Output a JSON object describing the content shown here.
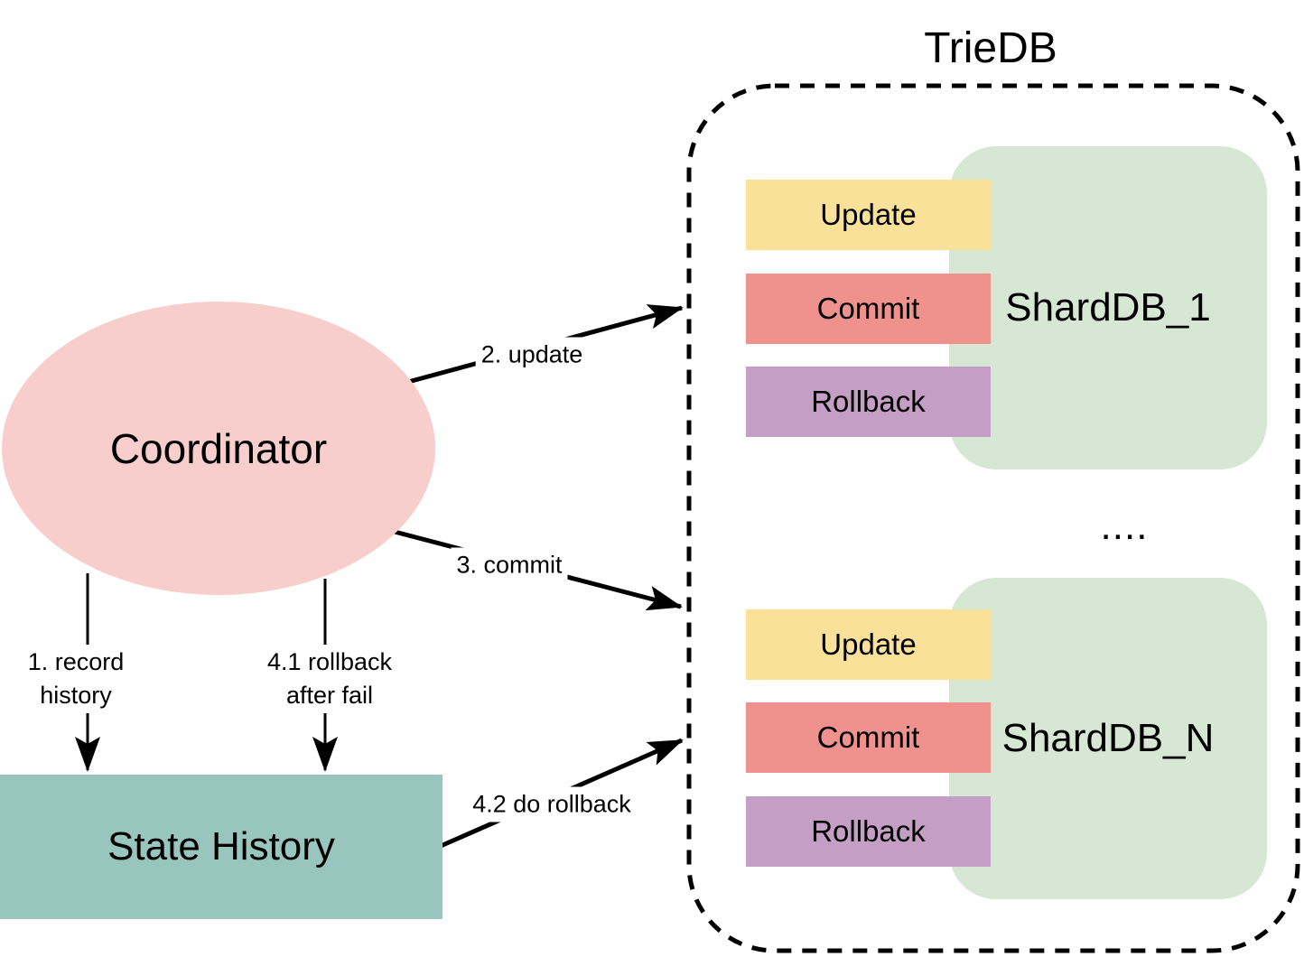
{
  "diagram": {
    "title": "TrieDB",
    "nodes": {
      "coordinator": "Coordinator",
      "state_history": "State History"
    },
    "shards": [
      {
        "name": "ShardDB_1",
        "operations": [
          "Update",
          "Commit",
          "Rollback"
        ]
      },
      {
        "name": "ShardDB_N",
        "operations": [
          "Update",
          "Commit",
          "Rollback"
        ]
      }
    ],
    "ellipsis": "....",
    "arrow_labels": {
      "record_history": {
        "line1": "1. record",
        "line2": "history"
      },
      "update": "2. update",
      "commit": "3. commit",
      "rollback_after_fail": {
        "line1": "4.1 rollback",
        "line2": "after fail"
      },
      "do_rollback": "4.2 do rollback"
    }
  },
  "colors": {
    "pink": "#F7CECC",
    "teal": "#99C5BF",
    "green": "#D6E7D4",
    "yellow": "#FAE199",
    "red": "#EF928E",
    "purple": "#C49EC4",
    "line": "#000000"
  }
}
